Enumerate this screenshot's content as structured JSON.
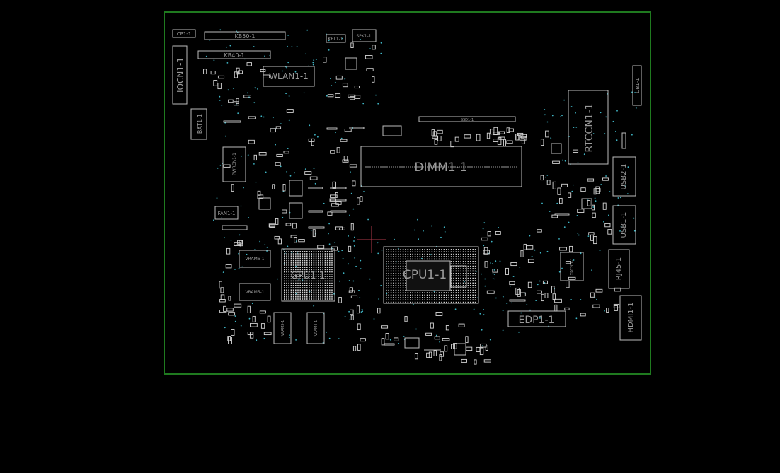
{
  "colors": {
    "background": "#000000",
    "board_outline": "#1f7a1f",
    "component": "#bdbdbd",
    "label": "#9a9a9a",
    "via": "#3fb6c6",
    "crosshair": "#b03a4a"
  },
  "components": {
    "cp1": "CP1-1",
    "kb50": "KB50-1",
    "kb40": "KB40-1",
    "kbl": "KBL1-1",
    "spk": "SPK1-1",
    "iocn": "IOCN1-1",
    "wlan": "WLAN1-1",
    "bat": "BAT1-1",
    "pwron": "PWRCN1-1",
    "fan": "FAN1-1",
    "dimm": "DIMM1-1",
    "rtccn": "RTCCN1-1",
    "db1": "DB1-1",
    "usb2": "USB2-1",
    "usb1": "USB1-1",
    "rj45": "RJ45-1",
    "hdmi": "HDMI1-1",
    "edp": "EDP1-1",
    "cpu": "CPU1-1",
    "gpu": "GPU1-1",
    "vram6": "VRAM6-1",
    "vram5": "VRAM5-1",
    "vram3": "VRAM3-1",
    "vram4": "VRAM4-1",
    "xpc": "XPC201-1",
    "ssd": "SSD1-1"
  }
}
